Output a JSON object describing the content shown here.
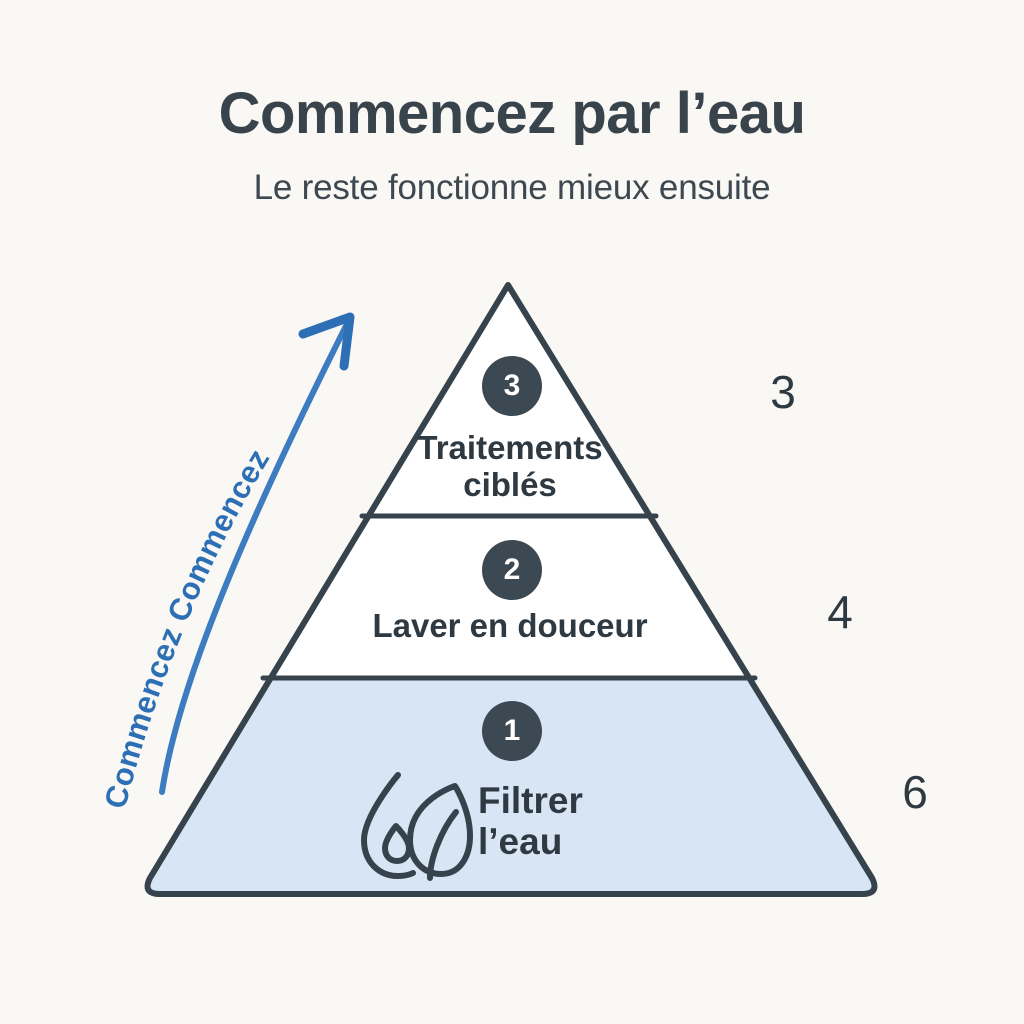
{
  "header": {
    "title": "Commencez par l’eau",
    "subtitle": "Le reste fonctionne mieux ensuite"
  },
  "colors": {
    "background": "#faf8f4",
    "stroke": "#36424c",
    "badge_fill": "#3c4852",
    "badge_text": "#ffffff",
    "tier_fill_default": "#ffffff",
    "tier_fill_highlight": "#d7e5f5",
    "accent_blue": "#2d6fb5",
    "text_dark": "#2e3942",
    "leader_line": "#d9dbdf"
  },
  "pyramid": {
    "tiers": [
      {
        "badge": "3",
        "label": "Traitements\nciblés",
        "fill": "#ffffff",
        "icon": null,
        "side_number": "3"
      },
      {
        "badge": "2",
        "label": "Laver en douceur",
        "fill": "#ffffff",
        "icon": null,
        "side_number": "4"
      },
      {
        "badge": "1",
        "label": "Filtrer\nl’eau",
        "fill": "#d7e5f5",
        "icon": "water-drop-leaf-icon",
        "side_number": "6"
      }
    ]
  },
  "arrow": {
    "label": "Commencez Commencez",
    "icon": "curved-up-arrow-icon",
    "direction": "upward"
  },
  "side_numbers": [
    "3",
    "4",
    "6"
  ],
  "chart_data": {
    "type": "pyramid",
    "title": "Commencez par l’eau",
    "subtitle": "Le reste fonctionne mieux ensuite",
    "levels": [
      {
        "rank": 3,
        "label": "Traitements ciblés",
        "annotation": "3"
      },
      {
        "rank": 2,
        "label": "Laver en douceur",
        "annotation": "4"
      },
      {
        "rank": 1,
        "label": "Filtrer l’eau",
        "annotation": "6"
      }
    ],
    "progression_label": "Commencez Commencez"
  }
}
